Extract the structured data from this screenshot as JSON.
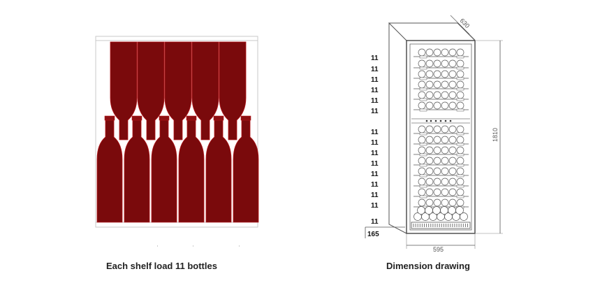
{
  "captions": {
    "left": "Each shelf load 11 bottles",
    "right": "Dimension drawing"
  },
  "dimensions": {
    "depth": "630",
    "height": "1810",
    "width": "595"
  },
  "shelf_loads": [
    "11",
    "11",
    "11",
    "11",
    "11",
    "11",
    "11",
    "11",
    "11",
    "11",
    "11",
    "11",
    "11",
    "11",
    "11"
  ],
  "bottom_count": "165",
  "colors": {
    "bottle": "#7a0a0c",
    "bottle_edge": "#b3161a",
    "line": "#444444",
    "frame": "#888888"
  }
}
